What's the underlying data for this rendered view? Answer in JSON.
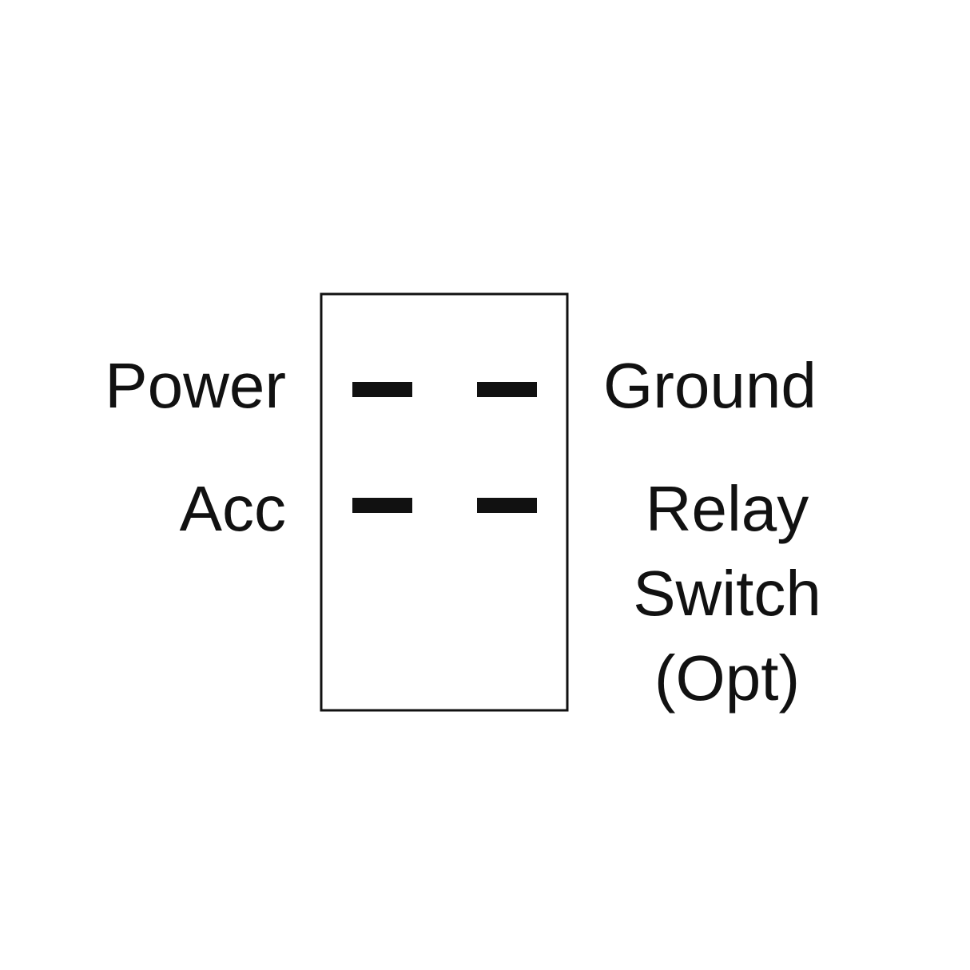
{
  "diagram": {
    "labels": {
      "power": "Power",
      "ground": "Ground",
      "acc": "Acc",
      "relay_line1": "Relay",
      "relay_line2": "Switch",
      "relay_line3": "(Opt)"
    },
    "colors": {
      "ink": "#111111",
      "background": "#ffffff"
    }
  }
}
